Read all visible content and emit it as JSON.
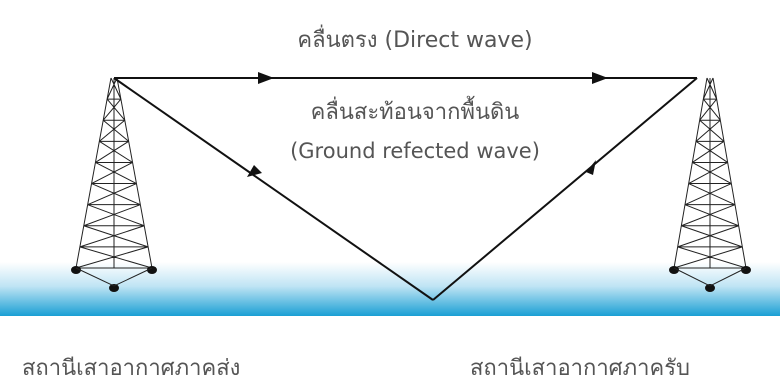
{
  "labels": {
    "direct": "คลื่นตรง (Direct wave)",
    "reflected_th": "คลื่นสะท้อนจากพื้นดิน",
    "reflected_en": "(Ground refected wave)",
    "transmitter": "สถานีเสาอากาศภาคส่ง",
    "receiver": "สถานีเสาอากาศภาครับ"
  },
  "colors": {
    "ground_top": "#ffffff",
    "ground_bottom": "#1a9fd4",
    "wave": "#111111",
    "text": "#555555"
  },
  "icons": {
    "transmitter": "lattice-tower-icon",
    "receiver": "lattice-tower-icon"
  }
}
